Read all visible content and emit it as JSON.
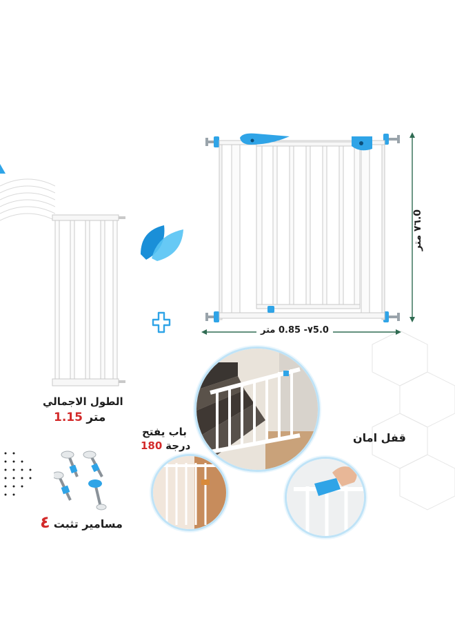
{
  "main_gate": {
    "height_label": "0.٧٦ متر",
    "width_label": "0.٧5- 0.85 متر"
  },
  "extension": {
    "total_length_label": "الطول الاجمالي",
    "total_length_value": "1.15",
    "total_length_unit": "متر"
  },
  "features": {
    "door_opens": "باب يفتح",
    "degrees_value": "180",
    "degrees_unit": "درجة",
    "safety_lock": "قفل امان"
  },
  "screws": {
    "count": "٤",
    "label": "مسامير تثبت"
  },
  "colors": {
    "accent_blue": "#2fa4e7",
    "measure_green": "#2f6b52",
    "text_dark": "#1d1d1d",
    "text_red": "#d32a2a"
  }
}
